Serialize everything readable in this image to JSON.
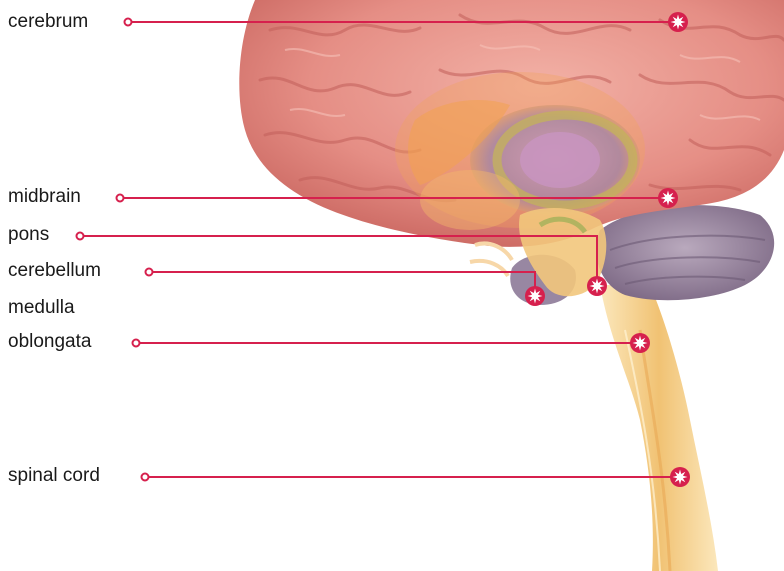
{
  "labels": {
    "cerebrum": "cerebrum",
    "midbrain": "midbrain",
    "pons": "pons",
    "cerebellum": "cerebellum",
    "medulla_line1": "medulla",
    "medulla_line2": "oblongata",
    "spinal_cord": "spinal cord"
  },
  "colors": {
    "leader_line": "#d6204d",
    "brain_pink": "#e7958c",
    "brain_shadow": "#c96d66",
    "cerebellum_purple": "#9a8aa3",
    "limbic_orange": "#f3a15a",
    "limbic_purple": "#b38bb0",
    "spinal_cord": "#f2c77c"
  },
  "marker_icon": "starburst-marker-icon"
}
